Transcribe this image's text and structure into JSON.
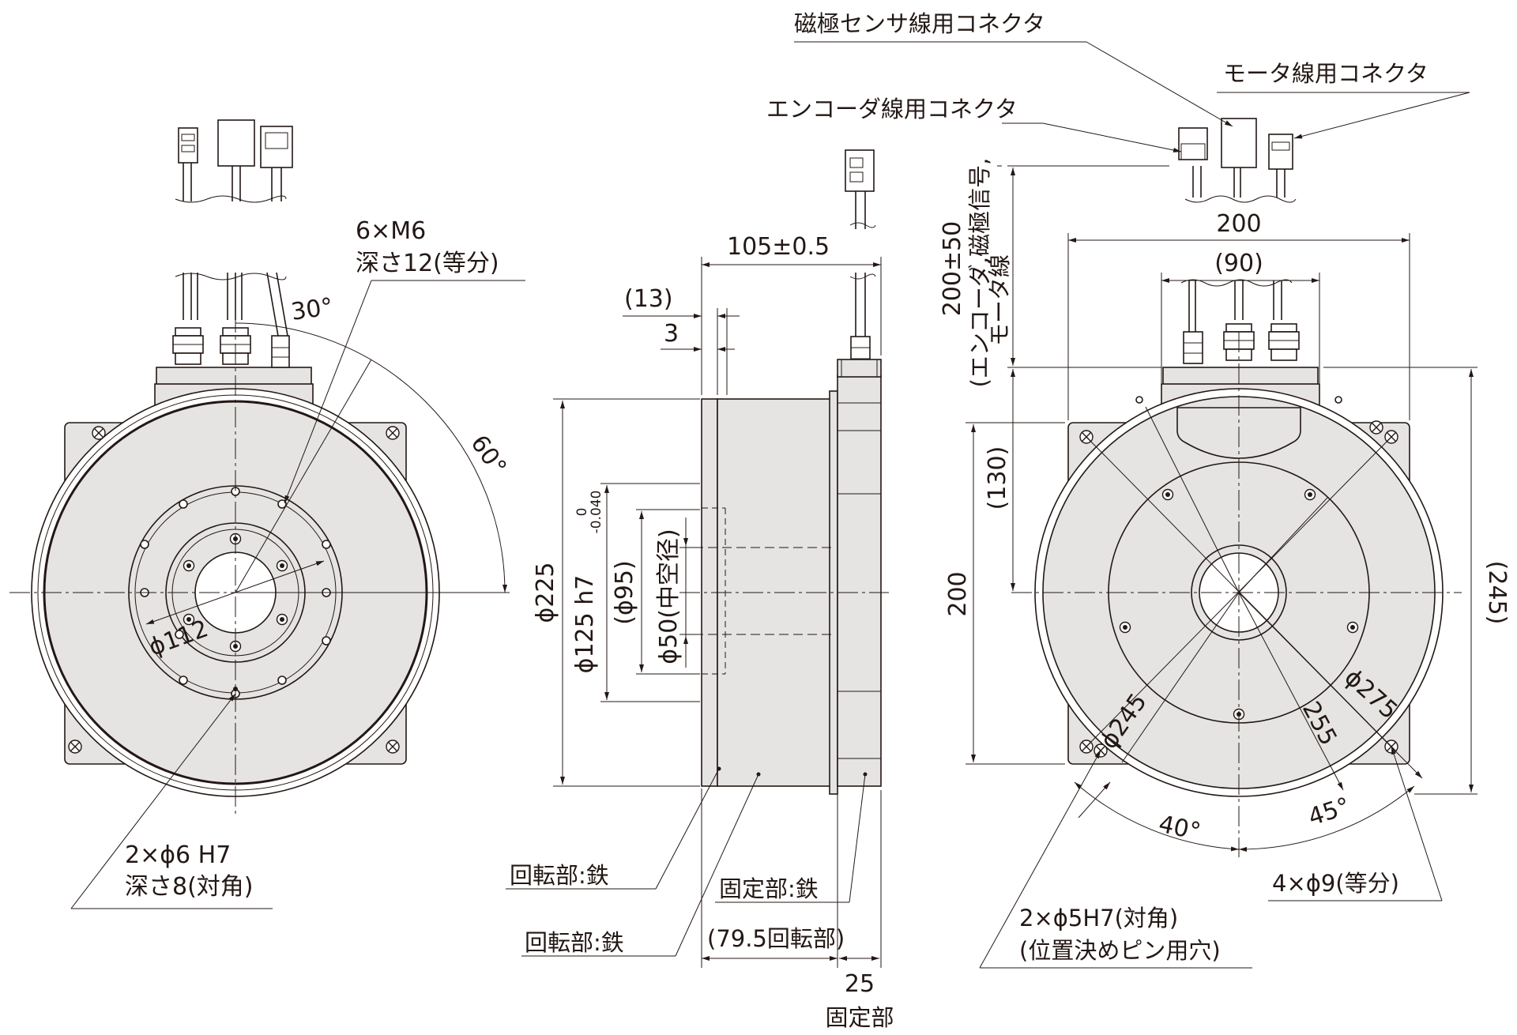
{
  "labels": {
    "m6_line1": "6×M6",
    "m6_line2": "深さ12(等分)",
    "angle_30": "30°",
    "angle_60": "60°",
    "phi112": "ϕ112",
    "pin6_line1": "2×ϕ6 H7",
    "pin6_line2": "深さ8(対角)",
    "dim_105": "105±0.5",
    "dim_13": "(13)",
    "dim_3": "3",
    "dim_phi225": "ϕ225",
    "dim_phi125": "ϕ125 h7",
    "dim_phi125_tol_upper": "0",
    "dim_phi125_tol_lower": "-0.040",
    "dim_phi95": "(ϕ95)",
    "dim_phi50": "ϕ50(中空径)",
    "rotor_iron_1": "回転部:鉄",
    "rotor_iron_2": "回転部:鉄",
    "stator_iron": "固定部:鉄",
    "dim_795": "(79.5回転部)",
    "dim_25": "25",
    "fixed_part": "固定部",
    "encoder_connector": "エンコーダ線用コネクタ",
    "magnetic_connector": "磁極センサ線用コネクタ",
    "motor_connector": "モータ線用コネクタ",
    "cable_length": "200±50",
    "cable_desc_1": "(エンコーダ,磁極信号,",
    "cable_desc_2": "モータ線",
    "dim_200_top": "200",
    "dim_90": "(90)",
    "dim_130": "(130)",
    "dim_200_left": "200",
    "dim_245_right": "(245)",
    "dim_phi275": "ϕ275",
    "dim_255": "255",
    "dim_phi245": "ϕ245",
    "angle_40": "40°",
    "angle_45": "45°",
    "holes_9": "4×ϕ9(等分)",
    "pin5_line1": "2×ϕ5H7(対角)",
    "pin5_line2": "(位置決めピン用穴)"
  },
  "colors": {
    "line": "#231815",
    "body_fill": "#e5e4e3",
    "background": "#ffffff"
  }
}
